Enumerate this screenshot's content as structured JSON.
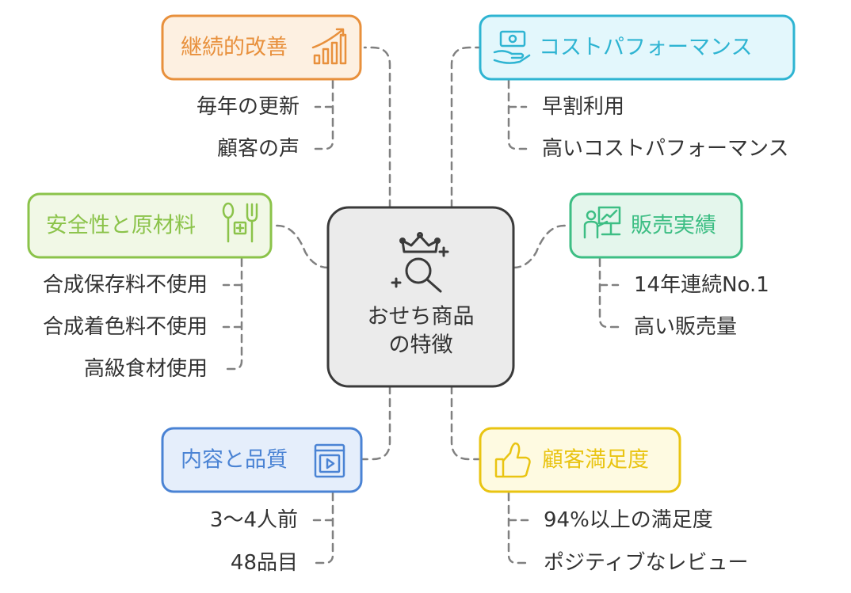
{
  "center": {
    "line1": "おせち商品",
    "line2": "の特徴",
    "icon": "crown-search-icon"
  },
  "branches": {
    "improvement": {
      "label": "継続的改善",
      "icon": "chart-bar-icon",
      "color": "#E8903C",
      "fill": "#FDF0E1",
      "items": [
        "毎年の更新",
        "顧客の声"
      ]
    },
    "cost": {
      "label": "コストパフォーマンス",
      "icon": "money-hand-icon",
      "color": "#2EB4D2",
      "fill": "#E3F7FC",
      "items": [
        "早割利用",
        "高いコストパフォーマンス"
      ]
    },
    "safety": {
      "label": "安全性と原材料",
      "icon": "fork-spoon-icon",
      "color": "#8BC34A",
      "fill": "#F1F8E6",
      "items": [
        "合成保存料不使用",
        "合成着色料不使用",
        "高級食材使用"
      ]
    },
    "sales": {
      "label": "販売実績",
      "icon": "presenter-chart-icon",
      "color": "#3DBE84",
      "fill": "#E4F6EC",
      "items": [
        "14年連続No.1",
        "高い販売量"
      ]
    },
    "content": {
      "label": "内容と品質",
      "icon": "video-book-icon",
      "color": "#4A83D4",
      "fill": "#E5EEFB",
      "items": [
        "3〜4人前",
        "48品目"
      ]
    },
    "satisfaction": {
      "label": "顧客満足度",
      "icon": "thumbs-up-icon",
      "color": "#E9C412",
      "fill": "#FEFAE1",
      "items": [
        "94%以上の満足度",
        "ポジティブなレビュー"
      ]
    }
  }
}
